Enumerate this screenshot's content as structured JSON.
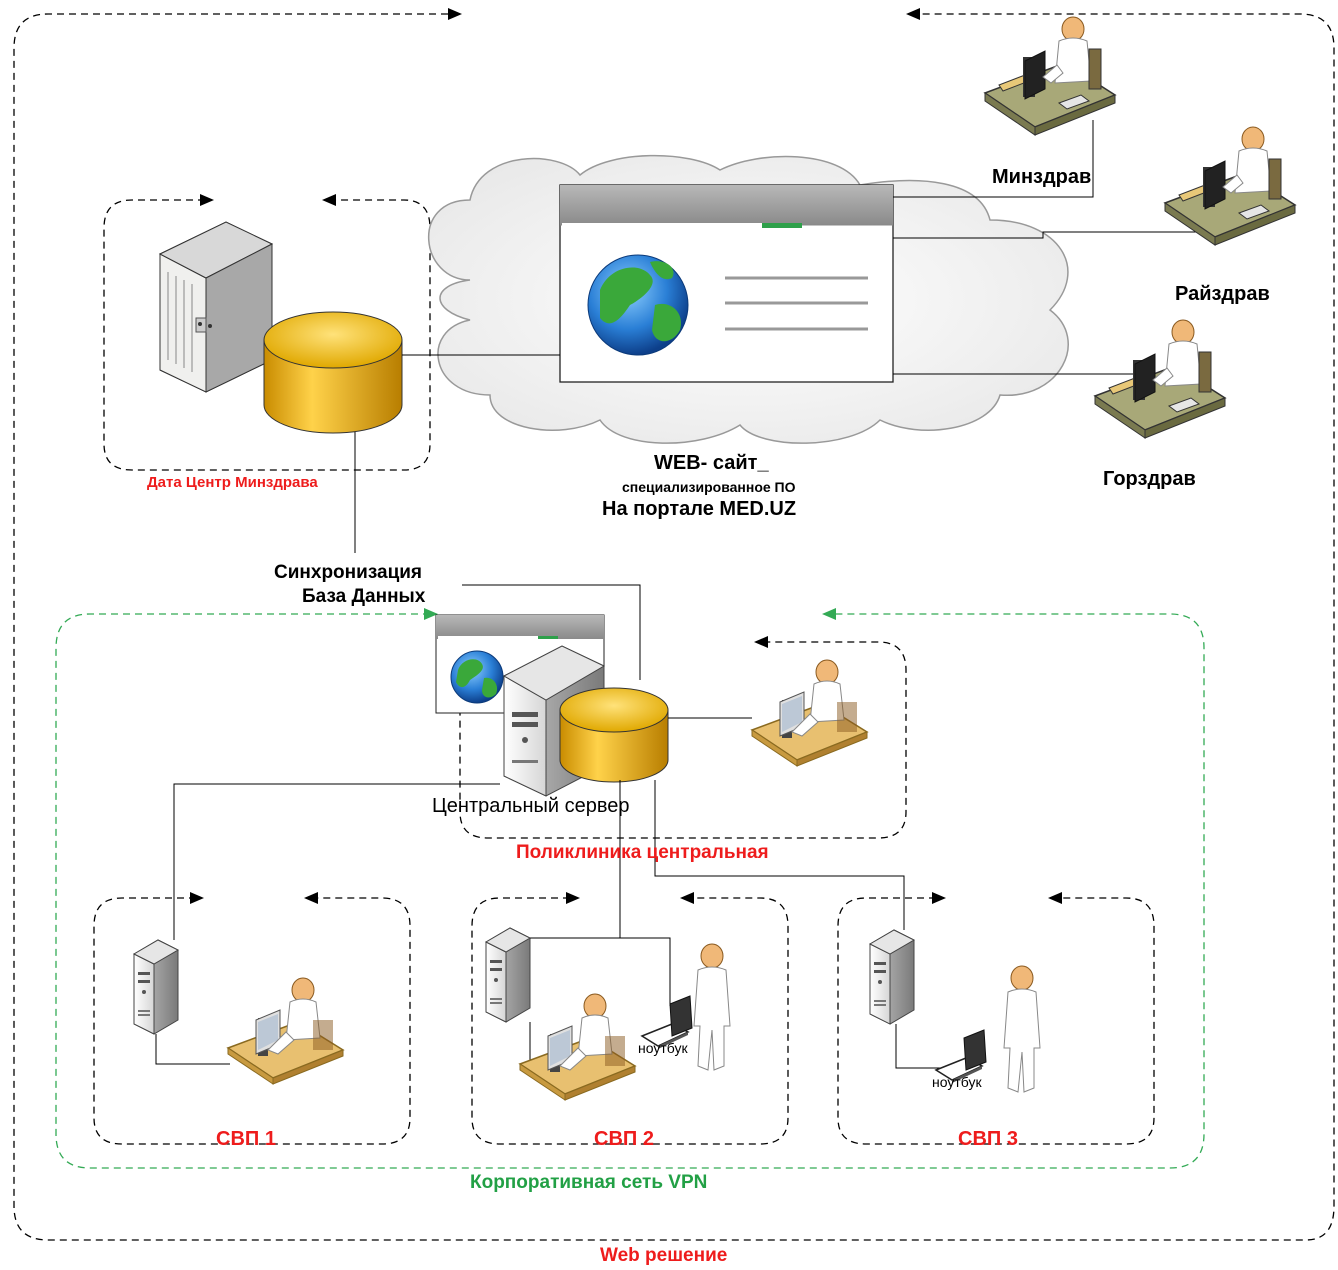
{
  "labels": {
    "web_solution": "Web решение",
    "vpn": "Корпоративная сеть VPN",
    "datacenter": "Дата Центр Минздрава",
    "web_site": "WEB- сайт_",
    "specialized": "специализированное ПО",
    "portal": "На портале MED.UZ",
    "minzdrav": "Минздрав",
    "raizdrav": "Райздрав",
    "gorzdrav": "Горздрав",
    "sync_line1": "Синхронизация",
    "sync_line2": "База Данных",
    "central_server": "Центральный сервер",
    "polyclinic": "Поликлиника центральная",
    "svp1": "СВП 1",
    "svp2": "СВП 2",
    "svp3": "СВП 3",
    "laptop": "ноутбук"
  },
  "colors": {
    "red_label": "#ee1c1c",
    "green_label": "#22a045",
    "database": "#f0b400",
    "desk": "#e8c070",
    "vpn_border": "#33aa55",
    "globe_ocean": "#2a7fd6",
    "globe_land": "#3aa83a"
  }
}
